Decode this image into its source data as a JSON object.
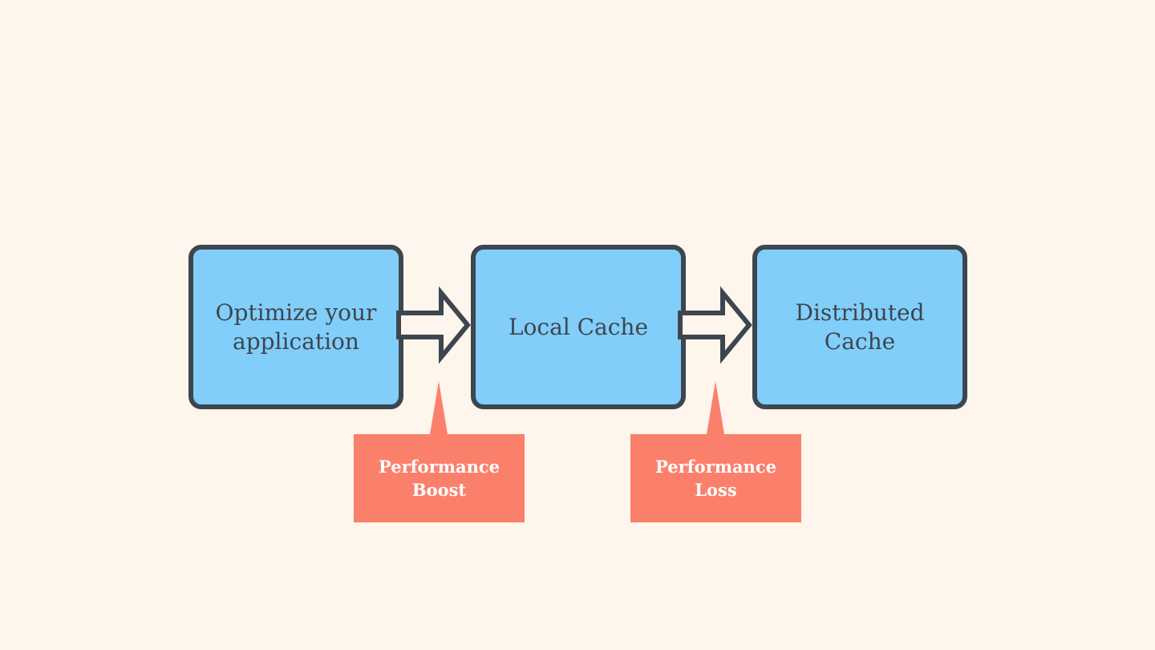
{
  "colors": {
    "background": "#fef5ec",
    "box_fill": "#81cefa",
    "outline": "#3d464f",
    "callout_fill": "#fb806b",
    "callout_text": "#ffffff"
  },
  "diagram": {
    "nodes": [
      {
        "label": "Optimize your\napplication"
      },
      {
        "label": "Local Cache"
      },
      {
        "label": "Distributed Cache"
      }
    ],
    "arrows": [
      {
        "icon": "right-arrow-icon"
      },
      {
        "icon": "right-arrow-icon"
      }
    ],
    "callouts": [
      {
        "label": "Performance\nBoost"
      },
      {
        "label": "Performance\nLoss"
      }
    ]
  }
}
